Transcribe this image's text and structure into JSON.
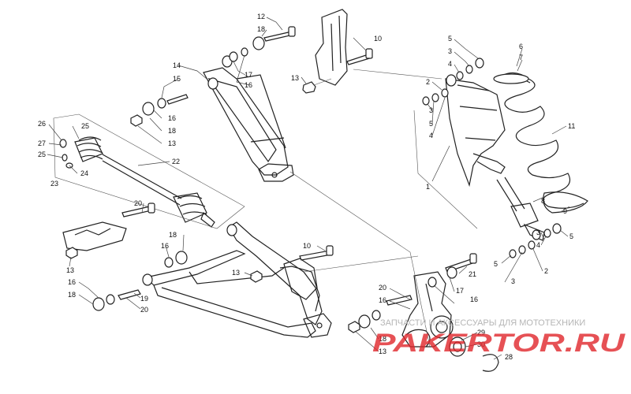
{
  "callouts": [
    {
      "n": "12"
    },
    {
      "n": "18"
    },
    {
      "n": "17"
    },
    {
      "n": "16"
    },
    {
      "n": "10"
    },
    {
      "n": "13"
    },
    {
      "n": "14"
    },
    {
      "n": "15"
    },
    {
      "n": "16"
    },
    {
      "n": "18"
    },
    {
      "n": "13"
    },
    {
      "n": "26"
    },
    {
      "n": "25"
    },
    {
      "n": "27"
    },
    {
      "n": "25"
    },
    {
      "n": "24"
    },
    {
      "n": "23"
    },
    {
      "n": "22"
    },
    {
      "n": "20"
    },
    {
      "n": "13"
    },
    {
      "n": "18"
    },
    {
      "n": "16"
    },
    {
      "n": "10"
    },
    {
      "n": "13"
    },
    {
      "n": "16"
    },
    {
      "n": "18"
    },
    {
      "n": "19"
    },
    {
      "n": "20"
    },
    {
      "n": "5"
    },
    {
      "n": "3"
    },
    {
      "n": "4"
    },
    {
      "n": "2"
    },
    {
      "n": "3"
    },
    {
      "n": "5"
    },
    {
      "n": "4"
    },
    {
      "n": "6"
    },
    {
      "n": "7"
    },
    {
      "n": "11"
    },
    {
      "n": "1"
    },
    {
      "n": "8"
    },
    {
      "n": "9"
    },
    {
      "n": "3"
    },
    {
      "n": "4"
    },
    {
      "n": "5"
    },
    {
      "n": "5"
    },
    {
      "n": "2"
    },
    {
      "n": "3"
    },
    {
      "n": "21"
    },
    {
      "n": "20"
    },
    {
      "n": "16"
    },
    {
      "n": "17"
    },
    {
      "n": "16"
    },
    {
      "n": "18"
    },
    {
      "n": "13"
    },
    {
      "n": "29"
    },
    {
      "n": "30"
    },
    {
      "n": "28"
    }
  ],
  "watermark": {
    "tagline": "ЗАПЧАСТИ И АКСЕССУАРЫ ДЛЯ МОТОТЕХНИКИ",
    "brand": "PAKERTOR.RU"
  },
  "colors": {
    "line": "#222222",
    "watermark_red": "#e0262a",
    "watermark_gray": "#b5b5b5"
  }
}
